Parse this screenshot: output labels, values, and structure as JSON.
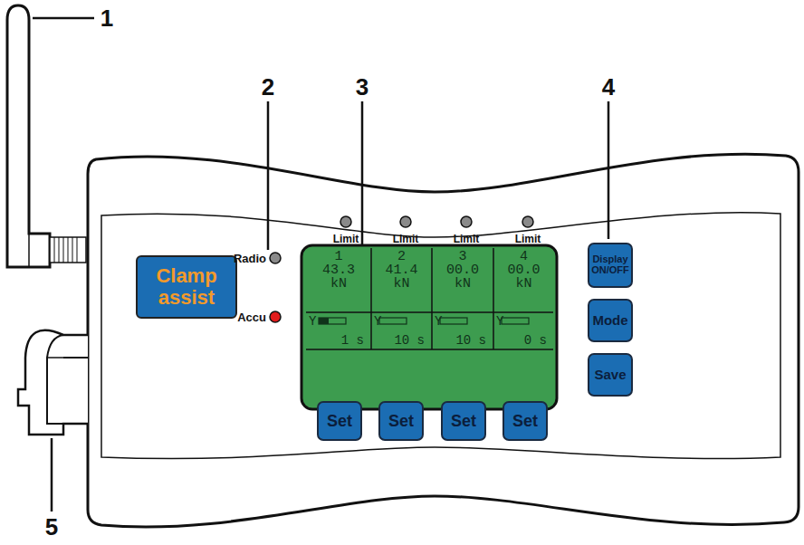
{
  "diagram": {
    "nodes": [
      {
        "text": [
          "Clamp assist"
        ]
      },
      {
        "text": [
          "1",
          "43.3",
          "kN"
        ]
      },
      {
        "text": [
          "2",
          "41.4",
          "kN"
        ]
      },
      {
        "text": [
          "3",
          "00.0",
          "kN"
        ]
      },
      {
        "text": [
          "4",
          "00.0",
          "kN"
        ]
      },
      {
        "text": [
          "Y",
          "1 s"
        ]
      },
      {
        "text": [
          "Y",
          "10 s"
        ]
      },
      {
        "text": [
          "Y",
          "10 s"
        ]
      },
      {
        "text": [
          "Y",
          "0 s"
        ]
      },
      {
        "text": [
          "Display ON/OFF"
        ]
      },
      {
        "text": [
          "Mode"
        ]
      },
      {
        "text": [
          "Save"
        ]
      },
      {
        "text": [
          "Set"
        ]
      },
      {
        "text": [
          "Set"
        ]
      },
      {
        "text": [
          "Set"
        ]
      },
      {
        "text": [
          "Set"
        ]
      }
    ],
    "labels": [
      "1",
      "2",
      "3",
      "4",
      "5",
      "Radio",
      "Accu",
      "Limit",
      "Limit",
      "Limit",
      "Limit"
    ]
  }
}
